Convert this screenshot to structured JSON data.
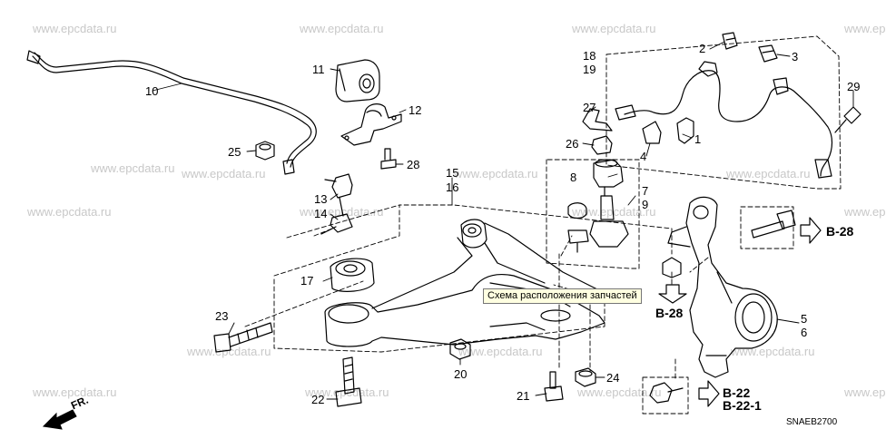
{
  "watermarks": {
    "text": "www.epcdata.ru",
    "color": "#c8c8c8"
  },
  "part_labels": {
    "p1": "1",
    "p2": "2",
    "p3": "3",
    "p4": "4",
    "p5": "5",
    "p6": "6",
    "p7": "7",
    "p8": "8",
    "p9": "9",
    "p10": "10",
    "p11": "11",
    "p12": "12",
    "p13": "13",
    "p14": "14",
    "p15": "15",
    "p16": "16",
    "p17": "17",
    "p18": "18",
    "p19": "19",
    "p20": "20",
    "p21": "21",
    "p22": "22",
    "p23": "23",
    "p24": "24",
    "p25": "25",
    "p26": "26",
    "p27": "27",
    "p28": "28",
    "p29": "29"
  },
  "references": {
    "b28_right": "B-28",
    "b28_mid": "B-28",
    "b22": "B-22",
    "b22_1": "B-22-1"
  },
  "direction_label": "FR.",
  "diagram_code": "SNAEB2700",
  "tooltip": "Схема расположения запчастей"
}
